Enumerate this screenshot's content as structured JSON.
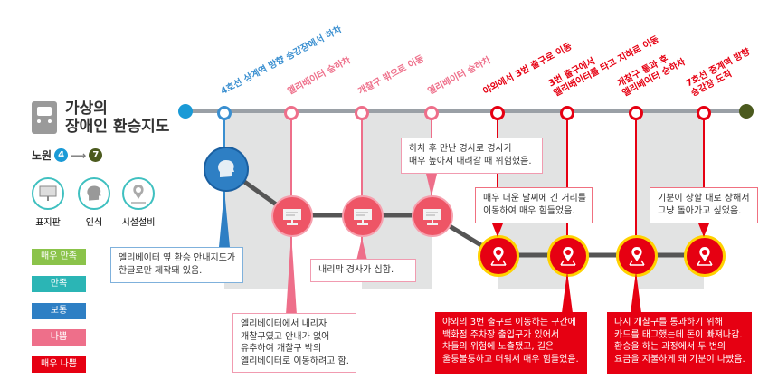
{
  "title": {
    "line1": "가상의",
    "line2": "장애인 환승지도"
  },
  "route": {
    "label": "노원",
    "from": "4",
    "to": "7",
    "from_color": "#1a9ad6",
    "to_color": "#4b5a1e"
  },
  "categories": [
    {
      "label": "표지판",
      "icon": "signboard-icon"
    },
    {
      "label": "인식",
      "icon": "brain-head-icon"
    },
    {
      "label": "시설설비",
      "icon": "location-pin-icon"
    }
  ],
  "legend": [
    {
      "label": "매우 만족",
      "color": "#8bc34a"
    },
    {
      "label": "만족",
      "color": "#2bb5b5"
    },
    {
      "label": "보통",
      "color": "#2e7fc4"
    },
    {
      "label": "나쁨",
      "color": "#ee6f8a"
    },
    {
      "label": "매우 나쁨",
      "color": "#e60012"
    }
  ],
  "stops": [
    {
      "label": "4호선 상계역 방향 승강장에서 하차",
      "rating": "보통",
      "color": "#3a8fd0"
    },
    {
      "label": "엘리베이터 승하차",
      "rating": "나쁨",
      "color": "#ee6f8a"
    },
    {
      "label": "개찰구 밖으로 이동",
      "rating": "나쁨",
      "color": "#ee6f8a"
    },
    {
      "label": "엘리베이터 승하차",
      "rating": "나쁨",
      "color": "#ee6f8a"
    },
    {
      "label": "야외에서 3번 출구로 이동",
      "rating": "매우 나쁨",
      "color": "#e60012"
    },
    {
      "label": "3번 출구에서\n엘리베이터를 타고 지하로 이동",
      "rating": "매우 나쁨",
      "color": "#e60012"
    },
    {
      "label": "개찰구 통과 후\n엘리베이터 승하차",
      "rating": "매우 나쁨",
      "color": "#e60012"
    },
    {
      "label": "7호선 중계역 방향\n승강장 도착",
      "rating": "매우 나쁨",
      "color": "#e60012"
    }
  ],
  "notes": {
    "n1": [
      "엘리베이터 옆 환승 안내지도가",
      "한글로만 제작돼 있음."
    ],
    "n2": [
      "엘리베이터에서 내리자",
      "개찰구였고 안내가 없어",
      "유추하여 개찰구 밖의",
      "엘리베이터로 이동하려고 함."
    ],
    "n3": [
      "내리막 경사가 심함."
    ],
    "n4": [
      "하차 후 만난 경사로 경사가",
      "매우 높아서 내려갈 때 위험했음."
    ],
    "n5": [
      "매우 더운 날씨에 긴 거리를",
      "이동하여 매우 힘들었음."
    ],
    "n6": [
      "야외의 3번 출구로 이동하는 구간에",
      "백화점 주차장 출입구가 있어서",
      "차들의 위험에 노출됐고, 길은",
      "울퉁불퉁하고 더워서 매우 힘들었음."
    ],
    "n7": [
      "다시 개찰구를 통과하기 위해",
      "카드를 태그했는데 돈이 빠져나감.",
      "환승을 하는 과정에서 두 번의",
      "요금을 지불하게 돼 기분이 나빴음."
    ],
    "n8": [
      "기분이 상할 대로 상해서",
      "그냥 돌아가고 싶었음."
    ]
  }
}
